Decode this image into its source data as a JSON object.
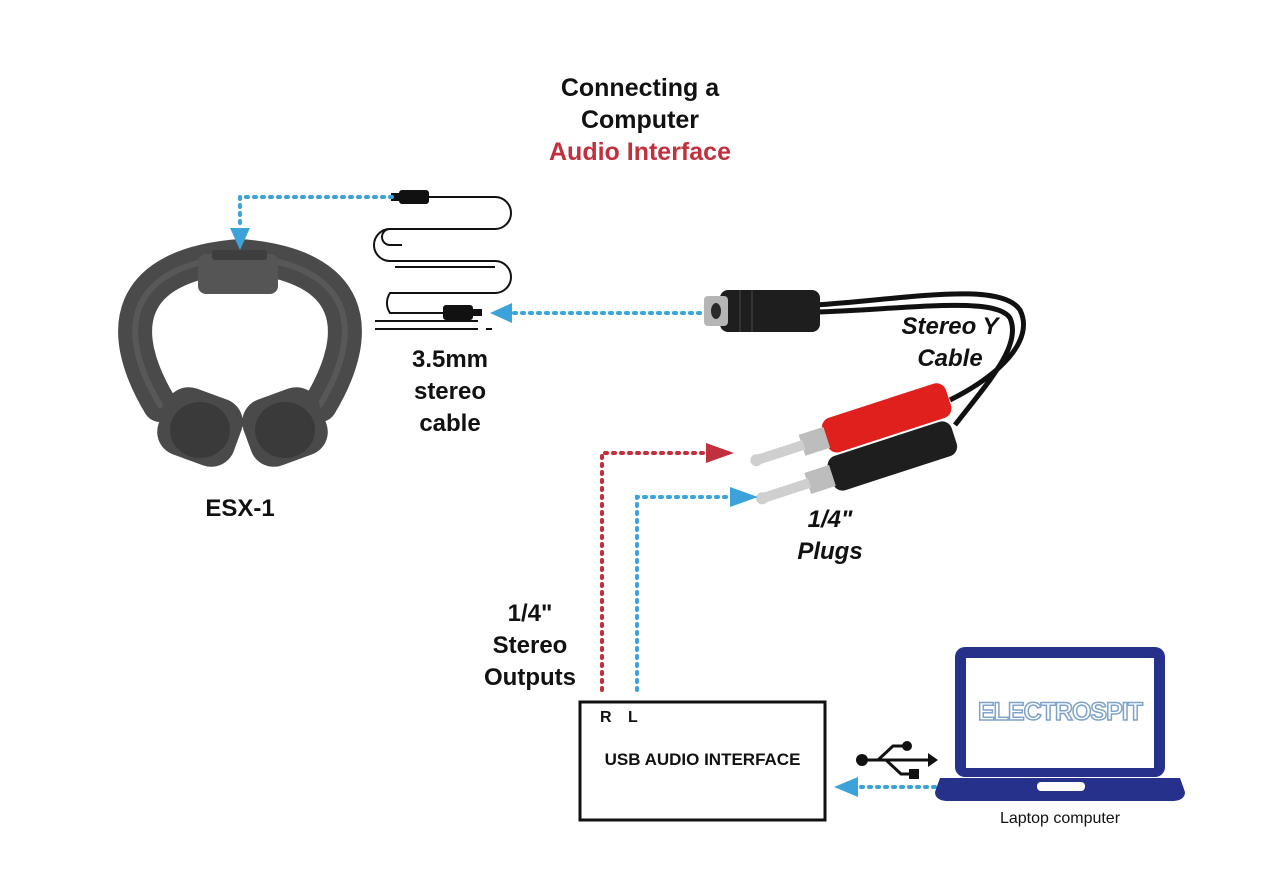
{
  "title": {
    "line1": "Connecting a",
    "line2": "Computer",
    "line3": "Audio Interface"
  },
  "headphones": {
    "label": "ESX-1"
  },
  "mini_cable": {
    "line1": "3.5mm",
    "line2": "stereo",
    "line3": "cable"
  },
  "y_cable": {
    "line1": "Stereo Y",
    "line2": "Cable"
  },
  "plugs": {
    "line1": "1/4\"",
    "line2": "Plugs"
  },
  "outputs": {
    "line1": "1/4\"",
    "line2": "Stereo",
    "line3": "Outputs"
  },
  "interface": {
    "name": "USB AUDIO INTERFACE",
    "port_r": "R",
    "port_l": "L"
  },
  "laptop": {
    "brand": "ELECTROSPIT",
    "label": "Laptop computer"
  },
  "colors": {
    "accent_red": "#c0303d",
    "dot_blue": "#3ba3d9",
    "dot_red": "#c0303d",
    "laptop_blue": "#25318a"
  }
}
